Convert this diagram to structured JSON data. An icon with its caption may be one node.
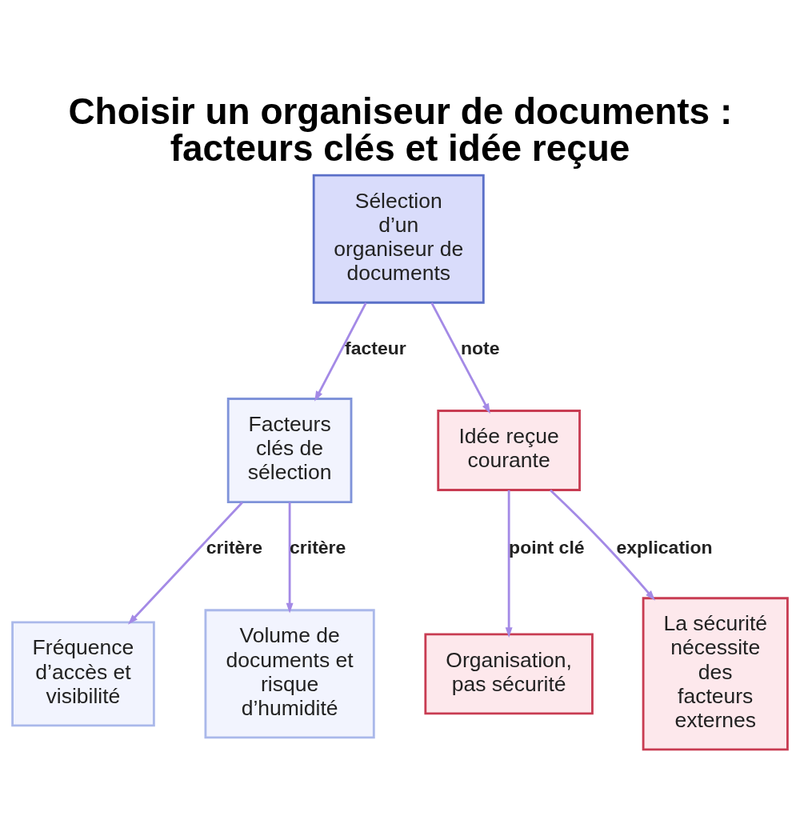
{
  "diagram": {
    "title": "Choisir un organiseur de documents : facteurs clés et idée reçue",
    "nodes": [
      {
        "text": [
          "Sélection d’un organiseur de documents"
        ]
      },
      {
        "text": [
          "Facteurs clés de sélection"
        ]
      },
      {
        "text": [
          "Idée reçue courante"
        ]
      },
      {
        "text": [
          "Fréquence d’accès et visibilité"
        ]
      },
      {
        "text": [
          "Volume de documents et risque d’humidité"
        ]
      },
      {
        "text": [
          "Organisation, pas sécurité"
        ]
      },
      {
        "text": [
          "La sécurité nécessite des facteurs externes"
        ]
      }
    ],
    "edges": [
      {
        "from": 0,
        "to": 1,
        "label": "facteur",
        "arrow": "to"
      },
      {
        "from": 0,
        "to": 2,
        "label": "note",
        "arrow": "to"
      },
      {
        "from": 1,
        "to": 3,
        "label": "critère",
        "arrow": "to"
      },
      {
        "from": 1,
        "to": 4,
        "label": "critère",
        "arrow": "to"
      },
      {
        "from": 2,
        "to": 5,
        "label": "point clé",
        "arrow": "to"
      },
      {
        "from": 2,
        "to": 6,
        "label": "explication",
        "arrow": "to"
      }
    ]
  }
}
